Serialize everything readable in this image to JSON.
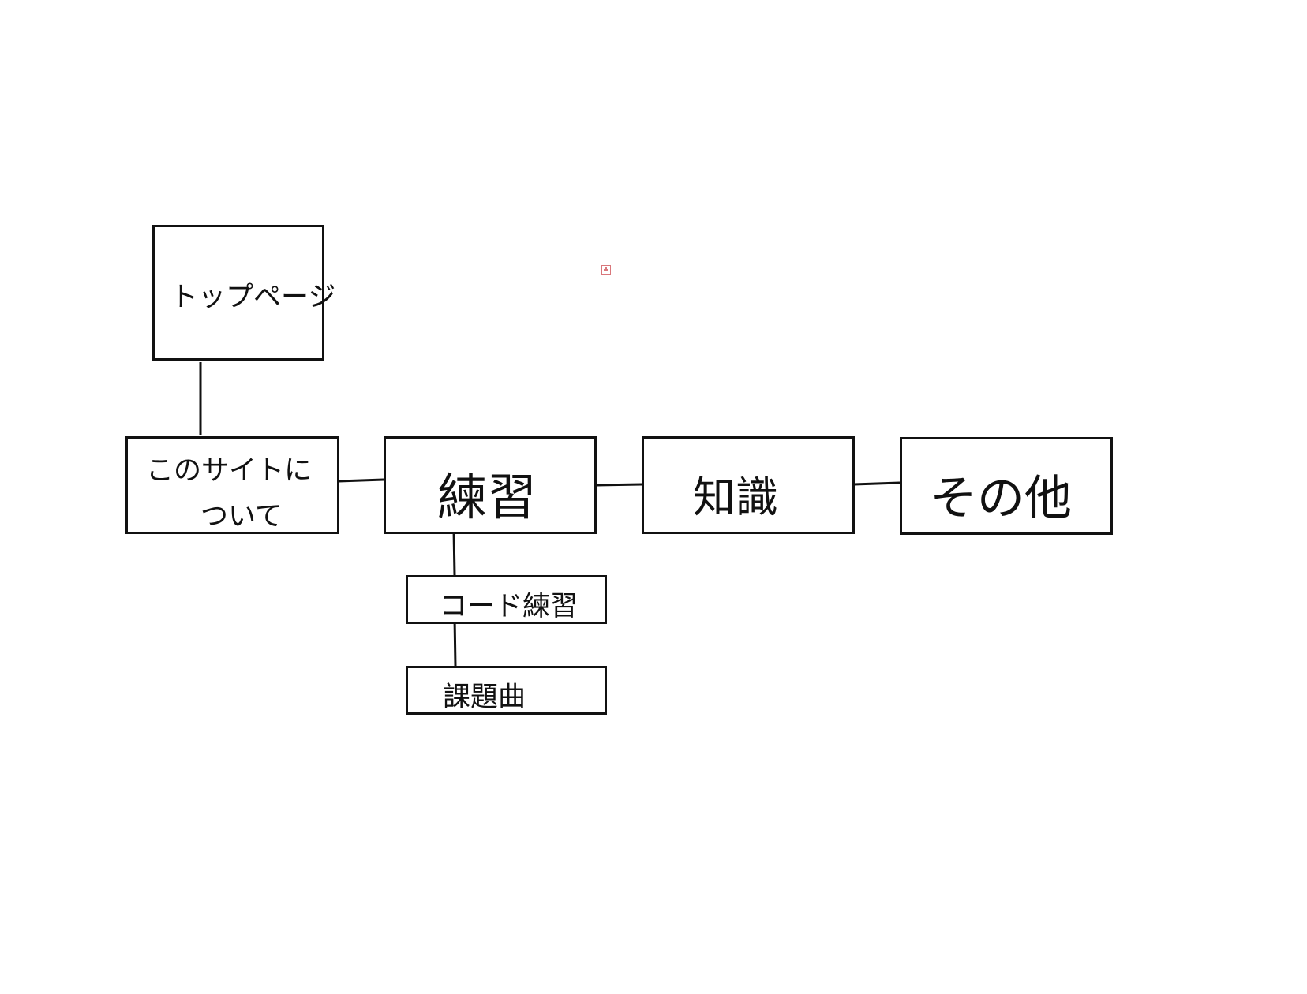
{
  "nodes": {
    "top_page": "トップページ",
    "about_line1": "このサイトに",
    "about_line2": "ついて",
    "practice": "練習",
    "knowledge": "知識",
    "other": "その他",
    "code_practice": "コード練習",
    "assigned_songs": "課題曲"
  },
  "colors": {
    "stroke": "#111111",
    "icon": "#d9777b"
  }
}
